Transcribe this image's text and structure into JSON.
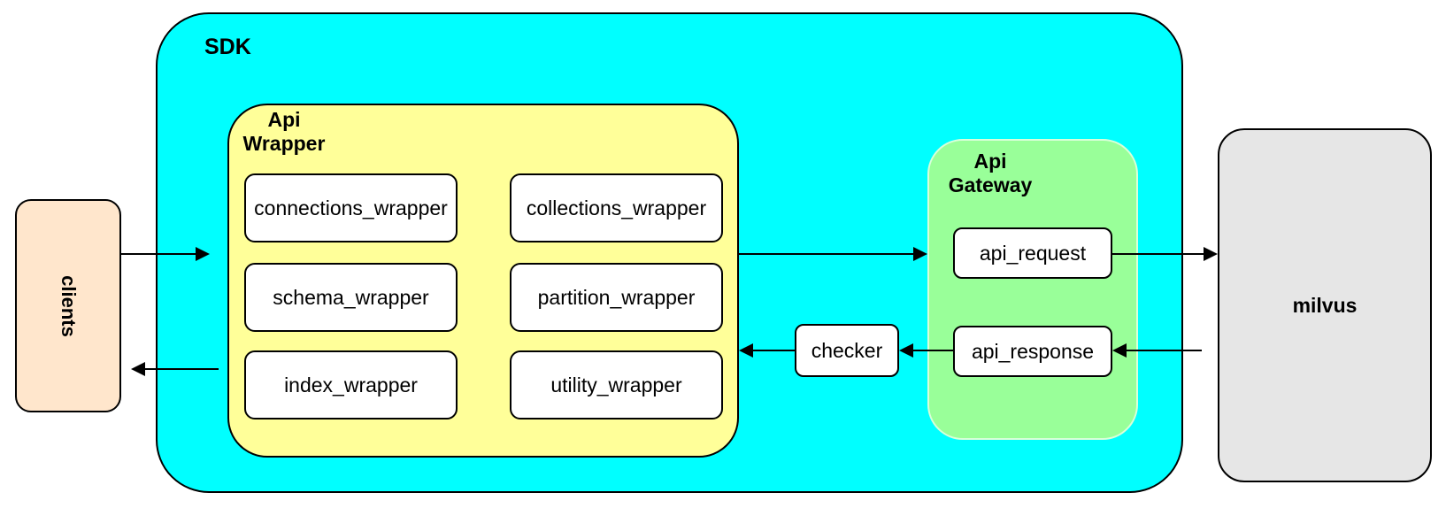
{
  "colors": {
    "sdk_fill": "#00FFFF",
    "api_wrapper_fill": "#FFFF99",
    "api_gateway_fill": "#99FF99",
    "clients_fill": "#FFE6CC",
    "milvus_fill": "#E6E6E6",
    "box_fill": "#FFFFFF",
    "stroke": "#000000"
  },
  "nodes": {
    "clients": {
      "label": "clients"
    },
    "sdk": {
      "label": "SDK"
    },
    "api_wrapper": {
      "label": "Api Wrapper",
      "children": [
        {
          "id": "connections_wrapper",
          "label": "connections_wrapper"
        },
        {
          "id": "collections_wrapper",
          "label": "collections_wrapper"
        },
        {
          "id": "schema_wrapper",
          "label": "schema_wrapper"
        },
        {
          "id": "partition_wrapper",
          "label": "partition_wrapper"
        },
        {
          "id": "index_wrapper",
          "label": "index_wrapper"
        },
        {
          "id": "utility_wrapper",
          "label": "utility_wrapper"
        }
      ]
    },
    "checker": {
      "label": "checker"
    },
    "api_gateway": {
      "label": "Api Gateway",
      "children": [
        {
          "id": "api_request",
          "label": "api_request"
        },
        {
          "id": "api_response",
          "label": "api_response"
        }
      ]
    },
    "milvus": {
      "label": "milvus"
    }
  },
  "edges": [
    {
      "from": "clients",
      "to": "api_wrapper",
      "direction": "right"
    },
    {
      "from": "api_wrapper",
      "to": "api_gateway",
      "direction": "right"
    },
    {
      "from": "api_request",
      "to": "milvus",
      "direction": "right"
    },
    {
      "from": "milvus",
      "to": "api_response",
      "direction": "left"
    },
    {
      "from": "api_response",
      "to": "checker",
      "direction": "left"
    },
    {
      "from": "checker",
      "to": "api_wrapper",
      "direction": "left"
    },
    {
      "from": "api_wrapper",
      "to": "clients",
      "direction": "left"
    }
  ]
}
